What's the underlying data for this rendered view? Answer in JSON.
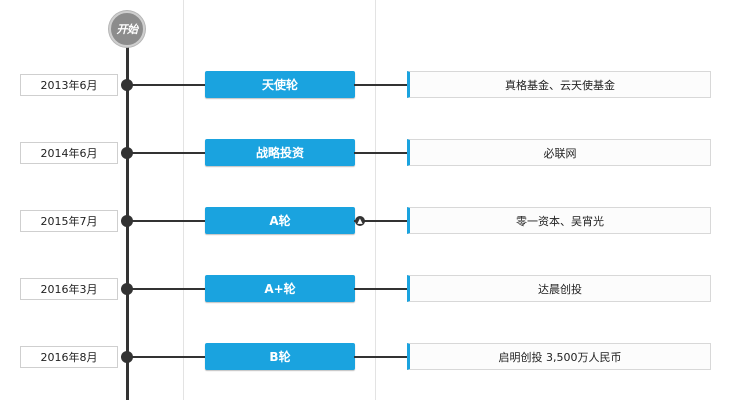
{
  "start": {
    "label": "开始"
  },
  "rounds": [
    {
      "date": "2013年6月",
      "round": "天使轮",
      "investors": "真格基金、云天使基金"
    },
    {
      "date": "2014年6月",
      "round": "战略投资",
      "investors": "必联网"
    },
    {
      "date": "2015年7月",
      "round": "A轮",
      "investors": "零一资本、吴宵光"
    },
    {
      "date": "2016年3月",
      "round": "A+轮",
      "investors": "达晨创投"
    },
    {
      "date": "2016年8月",
      "round": "B轮",
      "investors": "启明创投 3,500万人民币"
    }
  ],
  "colors": {
    "accent": "#1aa3df",
    "line": "#333333",
    "grid": "#e3e3e3",
    "start_circle": "#8c8c8c"
  }
}
